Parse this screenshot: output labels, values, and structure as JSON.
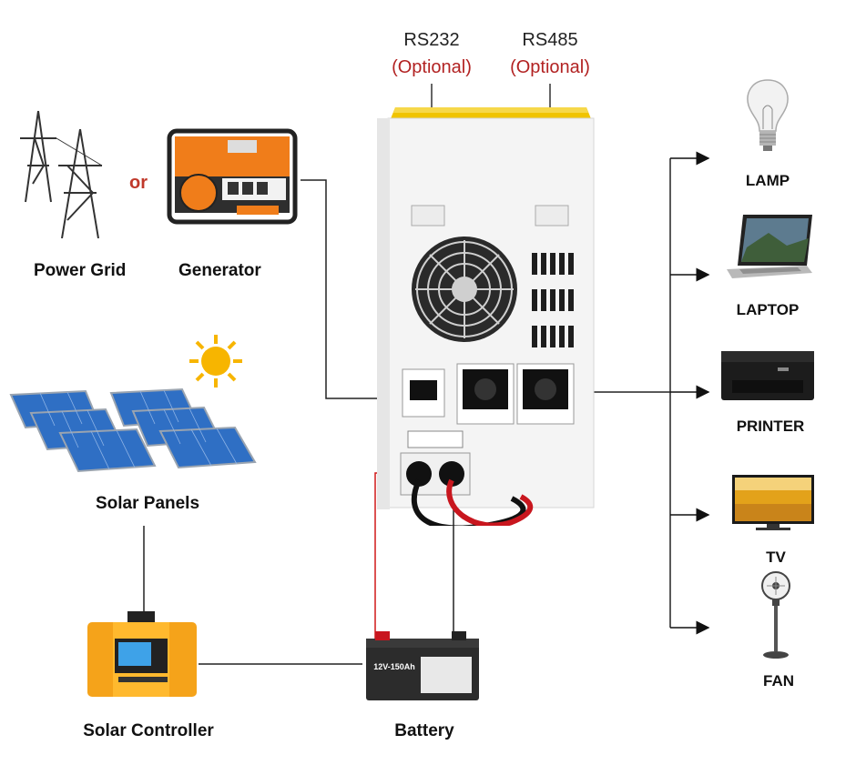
{
  "ports": [
    {
      "name": "RS232",
      "note": "(Optional)"
    },
    {
      "name": "RS485",
      "note": "(Optional)"
    }
  ],
  "sources": {
    "power_grid": "Power Grid",
    "or": "or",
    "generator": "Generator",
    "solar_panels": "Solar Panels",
    "solar_controller": "Solar Controller",
    "battery": "Battery"
  },
  "loads": [
    {
      "label": "LAMP"
    },
    {
      "label": "LAPTOP"
    },
    {
      "label": "PRINTER"
    },
    {
      "label": "TV"
    },
    {
      "label": "FAN"
    }
  ],
  "battery_face": "12V-150Ah",
  "colors": {
    "inverter_body": "#f4f4f4",
    "inverter_top": "#f0c400",
    "generator_orange": "#f07d1a",
    "solar_blue": "#2f6fc4",
    "controller_orange": "#f5a31a",
    "optional_red": "#b22222",
    "wire_red": "#d01818"
  }
}
